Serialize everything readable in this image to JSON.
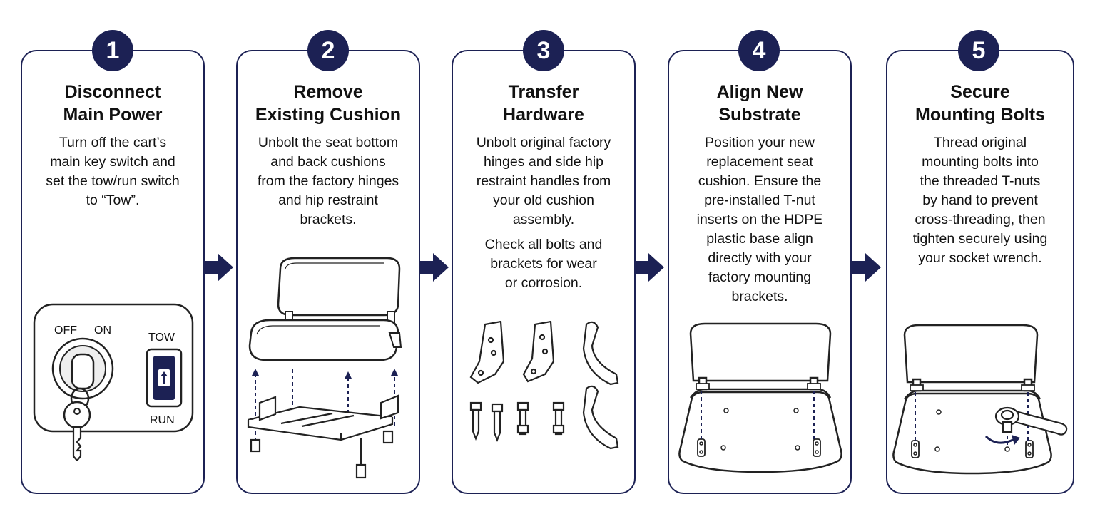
{
  "colors": {
    "navy": "#1c2154",
    "stroke": "#222222"
  },
  "steps": [
    {
      "number": "1",
      "title": [
        "Disconnect",
        "Main Power"
      ],
      "desc": [
        "Turn off the cart’s",
        "main key switch and",
        "set the tow/run switch",
        "to “Tow”."
      ],
      "illustration": {
        "off": "OFF",
        "on": "ON",
        "tow": "TOW",
        "run": "RUN"
      }
    },
    {
      "number": "2",
      "title": [
        "Remove",
        "Existing Cushion"
      ],
      "desc": [
        "Unbolt the seat bottom",
        "and back cushions",
        "from the factory hinges",
        "and hip restraint",
        "brackets."
      ]
    },
    {
      "number": "3",
      "title": [
        "Transfer",
        "Hardware"
      ],
      "desc": [
        "Unbolt original factory",
        "hinges and side hip",
        "restraint handles from",
        "your old cushion",
        "assembly."
      ],
      "desc2": [
        "Check all bolts and",
        "brackets for wear",
        "or corrosion."
      ]
    },
    {
      "number": "4",
      "title": [
        "Align New",
        "Substrate"
      ],
      "desc": [
        "Position your new",
        "replacement seat",
        "cushion. Ensure the",
        "pre-installed T-nut",
        "inserts on the HDPE",
        "plastic base align",
        "directly with your",
        "factory mounting",
        "brackets."
      ]
    },
    {
      "number": "5",
      "title": [
        "Secure",
        "Mounting Bolts"
      ],
      "desc": [
        "Thread original",
        "mounting bolts into",
        "the threaded T-nuts",
        "by hand to prevent",
        "cross-threading, then",
        "tighten securely using",
        "your socket wrench."
      ]
    }
  ]
}
